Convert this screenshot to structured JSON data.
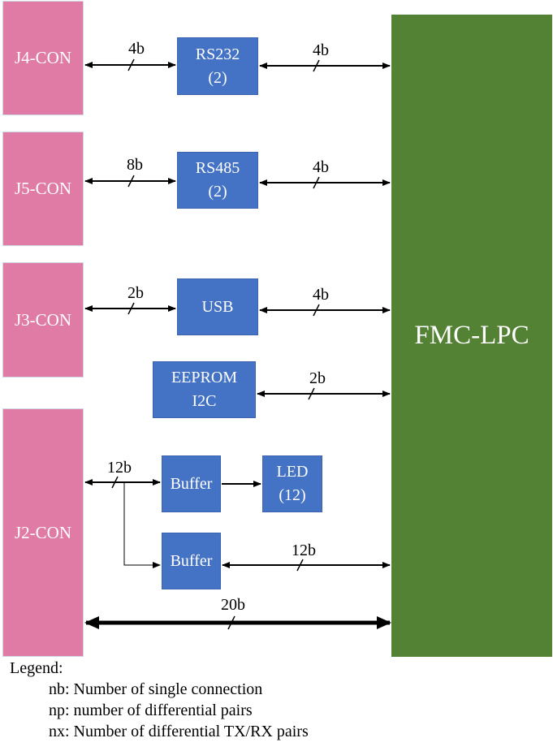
{
  "connectors": {
    "j4": "J4-CON",
    "j5": "J5-CON",
    "j3": "J3-CON",
    "j2": "J2-CON"
  },
  "fmc": "FMC-LPC",
  "blocks": {
    "rs232": [
      "RS232",
      "(2)"
    ],
    "rs485": [
      "RS485",
      "(2)"
    ],
    "usb": [
      "USB"
    ],
    "eeprom": [
      "EEPROM",
      "I2C"
    ],
    "buffer1": [
      "Buffer"
    ],
    "buffer2": [
      "Buffer"
    ],
    "led": [
      "LED",
      "(12)"
    ]
  },
  "links": {
    "j4_rs232": "4b",
    "rs232_fmc": "4b",
    "j5_rs485": "8b",
    "rs485_fmc": "4b",
    "j3_usb": "2b",
    "usb_fmc": "4b",
    "eeprom_fmc": "2b",
    "j2_buffer": "12b",
    "buffer2_fmc": "12b",
    "j2_fmc": "20b"
  },
  "legend": {
    "title": "Legend:",
    "items": [
      "nb: Number of single connection",
      "np: number of differential pairs",
      "nx: Number of differential TX/RX pairs"
    ]
  },
  "colors": {
    "connector": "#e07ba6",
    "block": "#4472c4",
    "fmc": "#548235"
  }
}
